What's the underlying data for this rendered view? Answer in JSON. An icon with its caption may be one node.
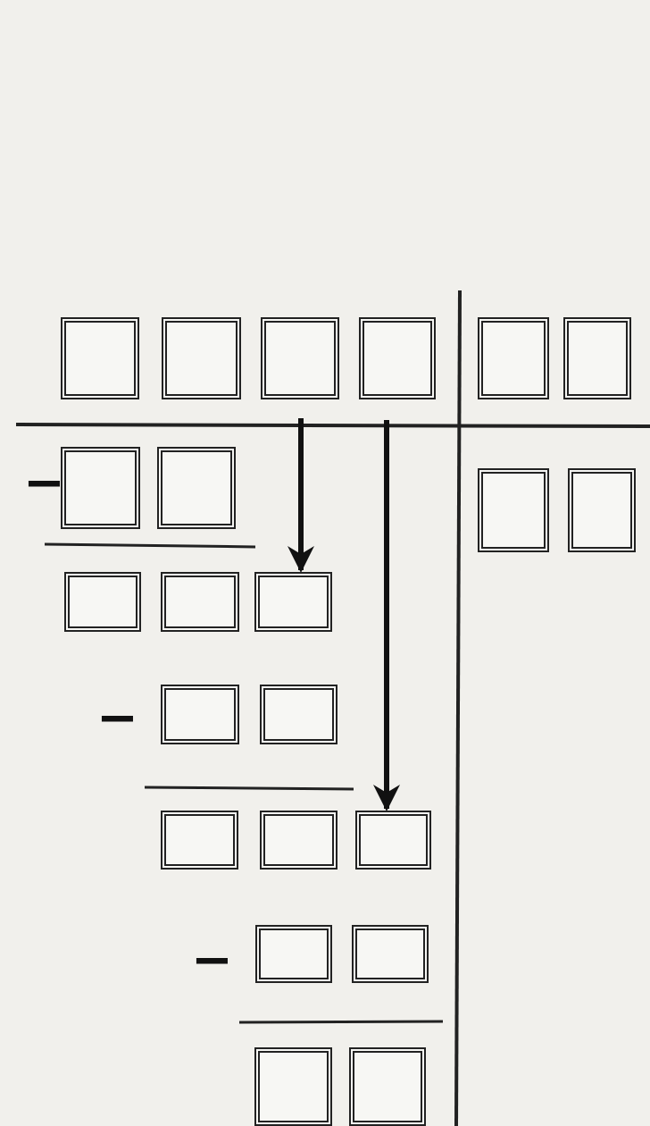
{
  "diagram": {
    "nodes": [
      {
        "text": [],
        "shape": "box"
      },
      {
        "text": [],
        "shape": "box"
      },
      {
        "text": [],
        "shape": "box"
      },
      {
        "text": [],
        "shape": "box"
      },
      {
        "text": [],
        "shape": "box"
      },
      {
        "text": [],
        "shape": "box"
      },
      {
        "text": [],
        "shape": "box"
      },
      {
        "text": [],
        "shape": "box"
      },
      {
        "text": [],
        "shape": "box"
      },
      {
        "text": [],
        "shape": "box"
      },
      {
        "text": [],
        "shape": "box"
      },
      {
        "text": [],
        "shape": "box"
      },
      {
        "text": [],
        "shape": "box"
      },
      {
        "text": [],
        "shape": "box"
      },
      {
        "text": [],
        "shape": "box"
      },
      {
        "text": [],
        "shape": "box"
      },
      {
        "text": [],
        "shape": "box"
      },
      {
        "text": [],
        "shape": "box"
      },
      {
        "text": [],
        "shape": "box"
      },
      {
        "text": [],
        "shape": "box"
      },
      {
        "text": [],
        "shape": "box"
      },
      {
        "text": [],
        "shape": "box"
      }
    ],
    "edges": [
      {
        "from": null,
        "to": 12,
        "arrow": "to"
      },
      {
        "from": null,
        "to": 17,
        "arrow": "to"
      }
    ],
    "labels": [
      "−",
      "−",
      "−"
    ]
  }
}
